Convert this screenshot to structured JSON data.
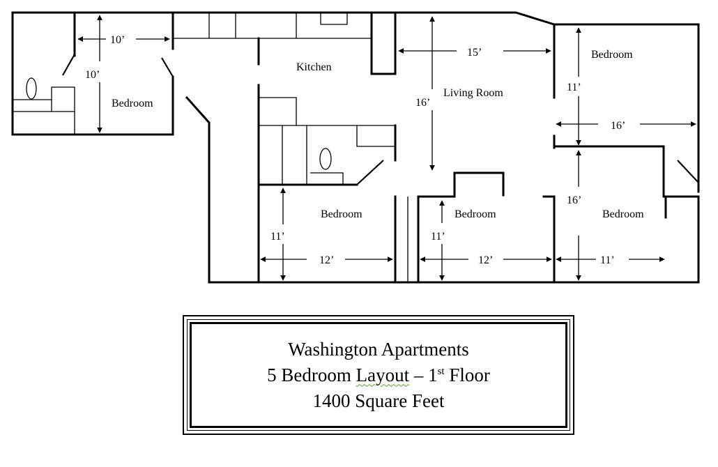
{
  "rooms": {
    "bedroom_nw": "Bedroom",
    "kitchen": "Kitchen",
    "living_room": "Living Room",
    "bedroom_ne": "Bedroom",
    "bedroom_sw": "Bedroom",
    "bedroom_sm": "Bedroom",
    "bedroom_se": "Bedroom"
  },
  "dimensions": {
    "nw_width": "10’",
    "nw_depth": "10’",
    "living_width": "15’",
    "living_depth": "16’",
    "ne_depth": "11’",
    "ne_width": "16’",
    "se_depth": "16’",
    "sw_depth": "11’",
    "sw_width": "12’",
    "sm_depth": "11’",
    "sm_width": "12’",
    "se_width": "11’"
  },
  "title": {
    "line1": "Washington Apartments",
    "line2_before": "5 Bedroom ",
    "line2_word": "Layout",
    "line2_after": " – 1",
    "line2_sup": "st",
    "line2_end": " Floor",
    "line3": "1400 Square Feet"
  },
  "colors": {
    "line": "#000000",
    "spellcheck_underline": "#5b9f3a"
  }
}
